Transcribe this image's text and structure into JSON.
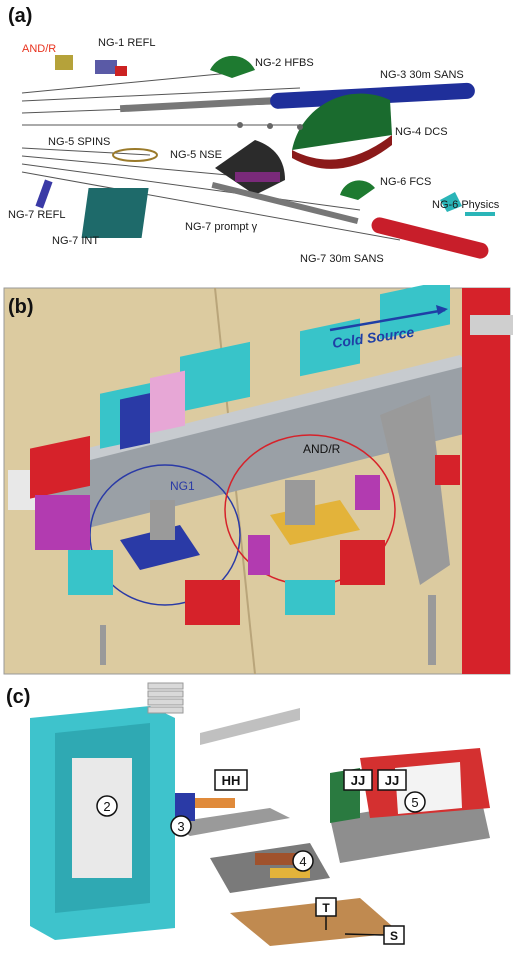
{
  "panel_a": {
    "label": "(a)",
    "instruments": {
      "and_r": "AND/R",
      "ng1_refl": "NG-1 REFL",
      "ng2_hfbs": "NG-2 HFBS",
      "ng3_sans": "NG-3 30m SANS",
      "ng4_dcs": "NG-4 DCS",
      "ng5_spins": "NG-5 SPINS",
      "ng5_nse": "NG-5 NSE",
      "ng6_fcs": "NG-6 FCS",
      "ng6_physics": "NG-6 Physics",
      "ng7_refl": "NG-7 REFL",
      "ng7_int": "NG-7 INT",
      "ng7_prompt": "NG-7 prompt γ",
      "ng7_sans": "NG-7 30m SANS"
    },
    "colors": {
      "and_r": "#e8321e",
      "text": "#1a1a1a"
    }
  },
  "panel_b": {
    "label": "(b)",
    "cold_source": "Cold Source",
    "ng1": "NG1",
    "and_r": "AND/R",
    "colors": {
      "cold_source": "#1f3fa6",
      "floor": "#dccba0",
      "teal": "#38c4c9",
      "magenta": "#b23bb0",
      "red": "#d6222a"
    }
  },
  "panel_c": {
    "label": "(c)",
    "callouts": {
      "c2": "2",
      "c3": "3",
      "c4": "4",
      "c5": "5",
      "hh": "HH",
      "jj1": "JJ",
      "jj2": "JJ",
      "t": "T",
      "s": "S"
    },
    "colors": {
      "teal": "#3ec3cc",
      "gray": "#8e8e8e"
    }
  }
}
